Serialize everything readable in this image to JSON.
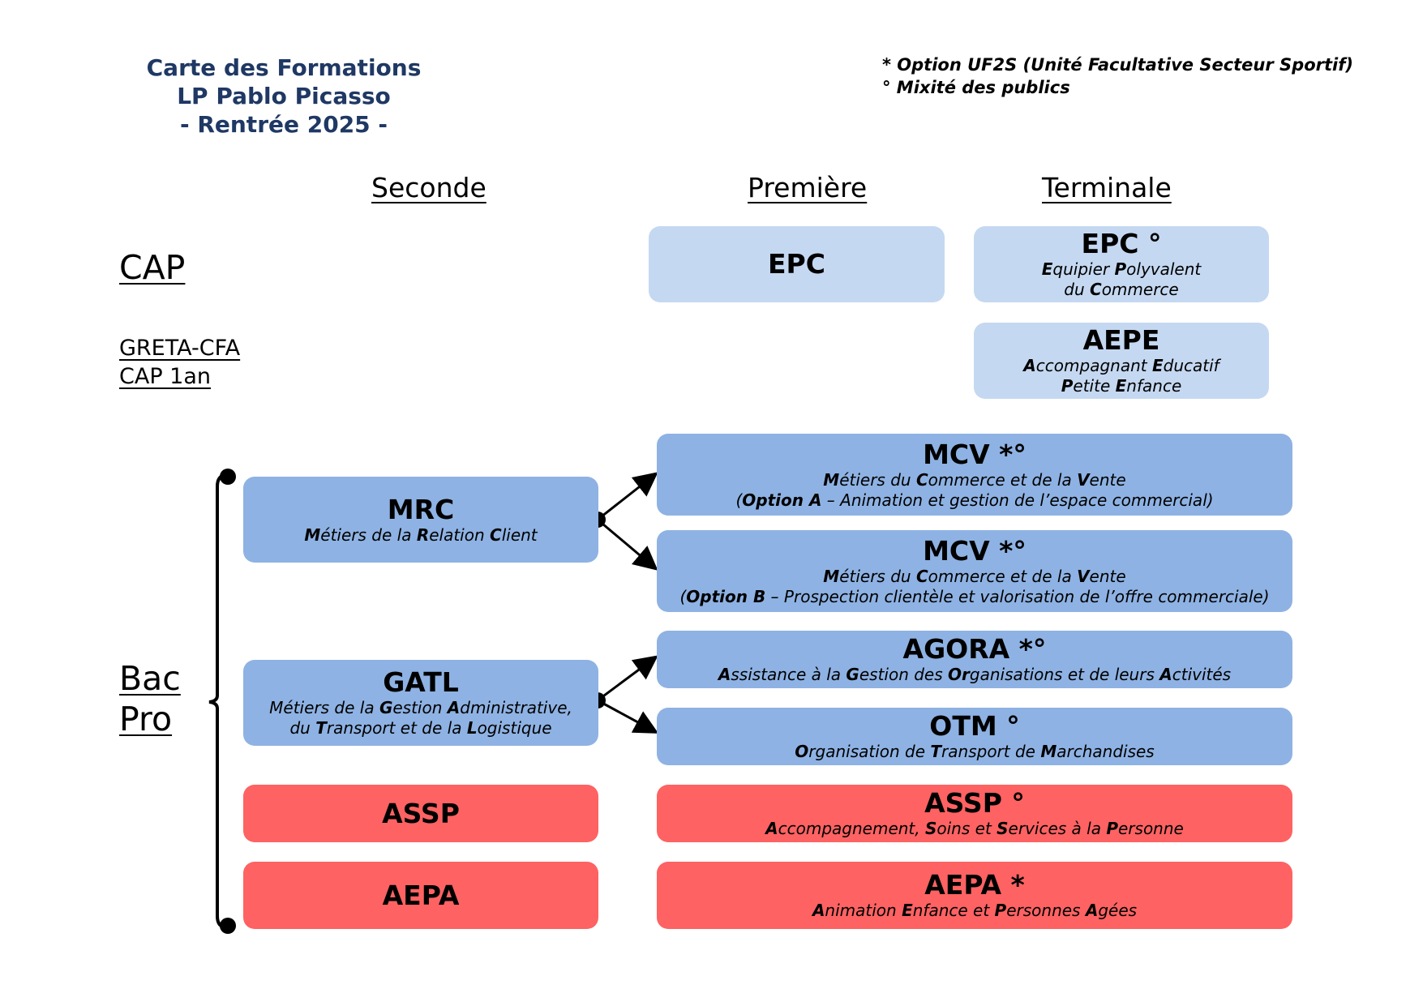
{
  "title": {
    "line1": "Carte des Formations",
    "line2": "LP Pablo Picasso",
    "line3": "- Rentrée 2025 -"
  },
  "legend": {
    "line1": "* Option UF2S (Unité Facultative Secteur Sportif)",
    "line2": "° Mixité des publics"
  },
  "columns": {
    "seconde": "Seconde",
    "premiere": "Première",
    "terminale": "Terminale"
  },
  "rows": {
    "cap": "CAP",
    "greta_line1": "GRETA-CFA",
    "greta_line2": "CAP 1an",
    "bacpro_line1": "Bac",
    "bacpro_line2": "Pro"
  },
  "boxes": {
    "epc_premiere": {
      "code": "EPC"
    },
    "epc_terminale": {
      "code": "EPC °",
      "desc1": [
        [
          "E",
          "quipier "
        ],
        [
          "P",
          "olyvalent"
        ]
      ],
      "desc2": [
        [
          "",
          "du "
        ],
        [
          "C",
          "ommerce"
        ]
      ]
    },
    "aepe": {
      "code": "AEPE",
      "desc1": [
        [
          "A",
          "ccompagnant "
        ],
        [
          "E",
          "ducatif"
        ]
      ],
      "desc2": [
        [
          "P",
          "etite "
        ],
        [
          "E",
          "nfance"
        ]
      ]
    },
    "mrc": {
      "code": "MRC",
      "desc1": [
        [
          "M",
          "étiers de la "
        ],
        [
          "R",
          "elation "
        ],
        [
          "C",
          "lient"
        ]
      ]
    },
    "mcv_a": {
      "code": "MCV *°",
      "desc1": [
        [
          "M",
          "étiers du "
        ],
        [
          "C",
          "ommerce et de la "
        ],
        [
          "V",
          "ente"
        ]
      ],
      "desc2": [
        [
          "",
          "("
        ],
        [
          "Option A",
          " – Animation et gestion de l’espace commercial)"
        ]
      ]
    },
    "mcv_b": {
      "code": "MCV *°",
      "desc1": [
        [
          "M",
          "étiers du "
        ],
        [
          "C",
          "ommerce et de la "
        ],
        [
          "V",
          "ente"
        ]
      ],
      "desc2": [
        [
          "",
          "("
        ],
        [
          "Option B",
          " – Prospection clientèle et valorisation de l’offre commerciale)"
        ]
      ]
    },
    "gatl": {
      "code": "GATL",
      "desc1": [
        [
          "",
          "Métiers de la "
        ],
        [
          "G",
          "estion "
        ],
        [
          "A",
          "dministrative,"
        ]
      ],
      "desc2": [
        [
          "",
          "du "
        ],
        [
          "T",
          "ransport et de la "
        ],
        [
          "L",
          "ogistique"
        ]
      ]
    },
    "agora": {
      "code": "AGORA *°",
      "desc1": [
        [
          "A",
          "ssistance à la "
        ],
        [
          "G",
          "estion des "
        ],
        [
          "Or",
          "ganisations et de leurs "
        ],
        [
          "A",
          "ctivités"
        ]
      ]
    },
    "otm": {
      "code": "OTM °",
      "desc1": [
        [
          "O",
          "rganisation de "
        ],
        [
          "T",
          "ransport de "
        ],
        [
          "M",
          "archandises"
        ]
      ]
    },
    "assp_seconde": {
      "code": "ASSP"
    },
    "assp_premiere": {
      "code": "ASSP °",
      "desc1": [
        [
          "A",
          "ccompagnement, "
        ],
        [
          "S",
          "oins et "
        ],
        [
          "S",
          "ervices à la "
        ],
        [
          "P",
          "ersonne"
        ]
      ]
    },
    "aepa_seconde": {
      "code": "AEPA"
    },
    "aepa_premiere": {
      "code": "AEPA *",
      "desc1": [
        [
          "A",
          "nimation "
        ],
        [
          "E",
          "nfance et "
        ],
        [
          "P",
          "ersonnes "
        ],
        [
          "A",
          "gées"
        ]
      ]
    }
  },
  "colors": {
    "title": "#1f3864",
    "box_light": "#c5d8f1",
    "box_mid": "#8eb2e3",
    "box_red": "#fe6262"
  }
}
